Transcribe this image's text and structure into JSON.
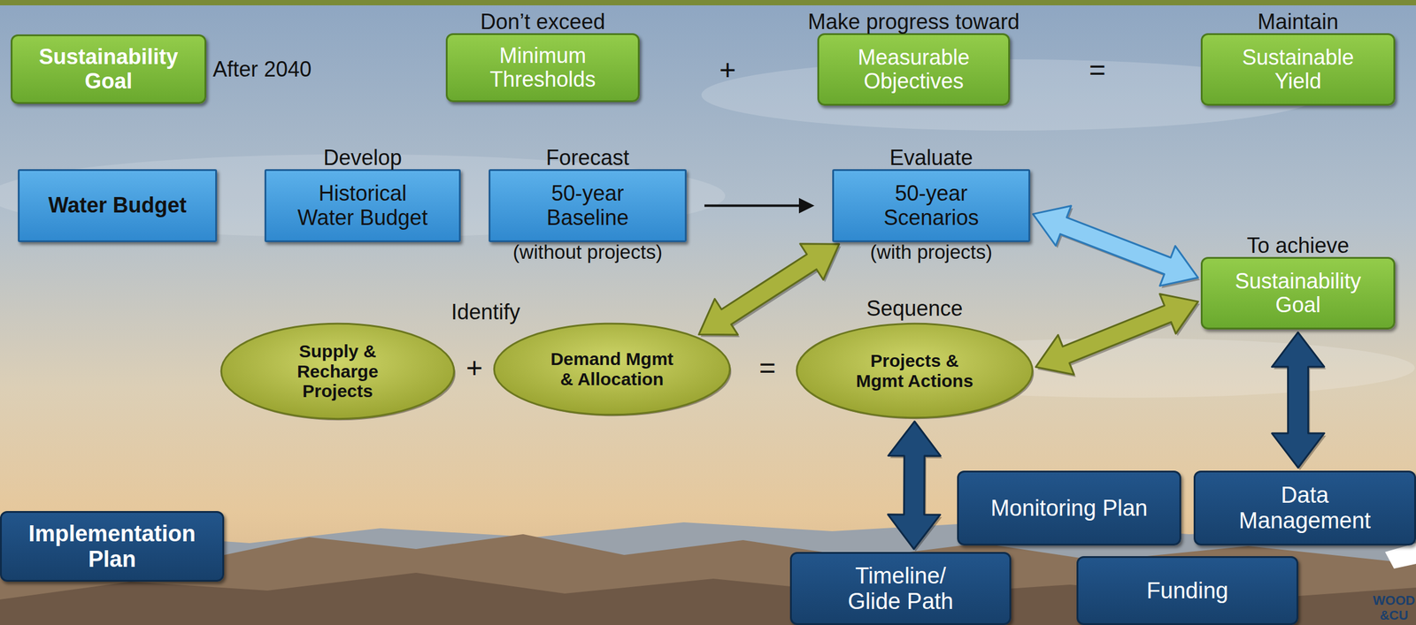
{
  "diagram": {
    "nodes": [
      {
        "text": [
          "Sustainability Goal"
        ]
      },
      {
        "text": [
          "Don’t exceed",
          "Minimum Thresholds"
        ]
      },
      {
        "text": [
          "Make progress toward",
          "Measurable Objectives"
        ]
      },
      {
        "text": [
          "Maintain",
          "Sustainable Yield"
        ]
      },
      {
        "text": [
          "Water Budget"
        ]
      },
      {
        "text": [
          "Develop",
          "Historical Water Budget"
        ]
      },
      {
        "text": [
          "Forecast",
          "50-year Baseline",
          "(without projects)"
        ]
      },
      {
        "text": [
          "Evaluate",
          "50-year Scenarios",
          "(with projects)"
        ]
      },
      {
        "text": [
          "To achieve",
          "Sustainability Goal"
        ]
      },
      {
        "text": [
          "Supply & Recharge Projects"
        ]
      },
      {
        "text": [
          "Demand Mgmt & Allocation"
        ]
      },
      {
        "text": [
          "Sequence",
          "Projects & Mgmt Actions"
        ]
      },
      {
        "text": [
          "Implementation Plan"
        ]
      },
      {
        "text": [
          "Monitoring Plan"
        ]
      },
      {
        "text": [
          "Data Management"
        ]
      },
      {
        "text": [
          "Timeline/ Glide Path"
        ]
      },
      {
        "text": [
          "Funding"
        ]
      }
    ],
    "edges": [
      {
        "from": 6,
        "to": 7,
        "arrow": "to"
      },
      {
        "from": 7,
        "to": 8,
        "arrow": "both"
      },
      {
        "from": 10,
        "to": 7,
        "arrow": "both"
      },
      {
        "from": 11,
        "to": 8,
        "arrow": "both"
      },
      {
        "from": 11,
        "to": 15,
        "arrow": "both"
      },
      {
        "from": 8,
        "to": 14,
        "arrow": "both"
      }
    ],
    "labels": [
      "After 2040",
      "+",
      "=",
      "Identify",
      "+",
      "=",
      "WOOD",
      "&CU"
    ]
  }
}
